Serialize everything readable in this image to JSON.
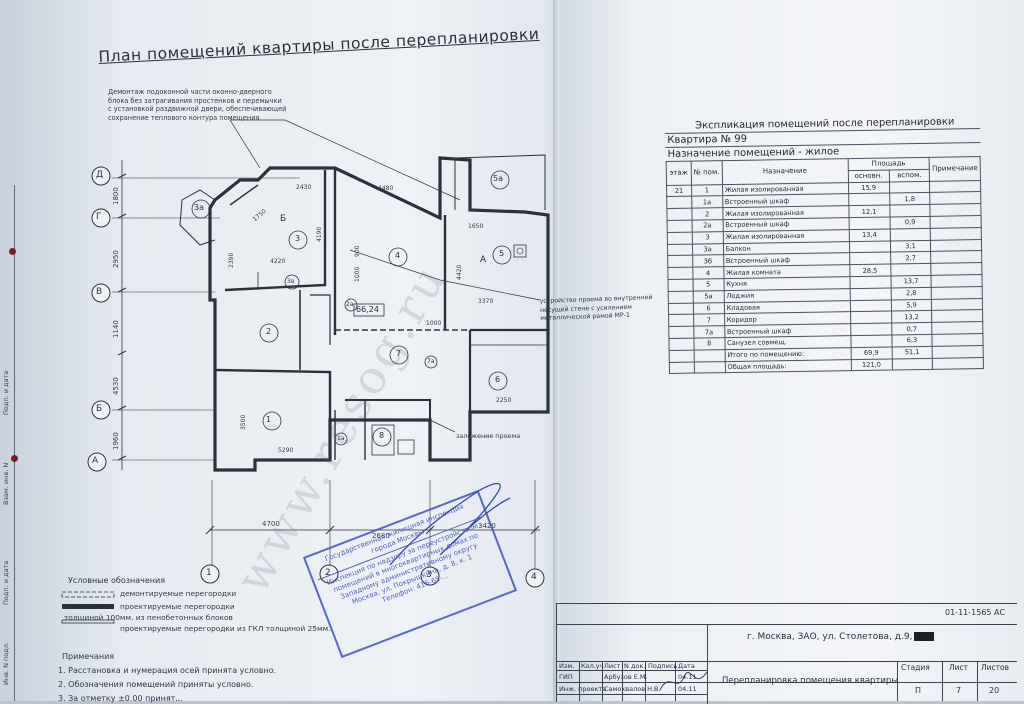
{
  "document": {
    "title": "План помещений квартиры после перепланировки",
    "callouts": {
      "top_line1": "Демонтаж подоконной части оконно-дверного",
      "top_line2": "блока без затрагивания простенков и перемычки",
      "top_line3": "с установкой раздвижной двери, обеспечивающей",
      "top_line4": "сохранение теплового контура помещения",
      "right_line1": "устройство проема во внутренней",
      "right_line2": "несущей стене с усилением",
      "right_line3": "металлической рамой МР-1",
      "bottom": "заложение проема"
    },
    "axes": {
      "rows": [
        "Д",
        "Г",
        "В",
        "Б",
        "А"
      ],
      "cols": [
        "1",
        "2",
        "3",
        "4"
      ]
    },
    "dimensions": {
      "left": [
        "1800",
        "2950",
        "1140",
        "4530",
        "1960"
      ],
      "bottom": [
        "4700",
        "3420",
        "2680"
      ],
      "inner": [
        "2430",
        "4480",
        "1750",
        "4190",
        "2390",
        "4220",
        "900",
        "1000",
        "1650",
        "4420",
        "3370",
        "1000",
        "3500",
        "5290",
        "2250"
      ]
    },
    "rooms": {
      "r1": "1",
      "r2": "2",
      "r3": "3",
      "r4": "4",
      "r5": "5",
      "r5a": "5а",
      "r3a": "3а",
      "r3b": "3в",
      "r2a": "2а",
      "r6": "6",
      "r7": "7",
      "r7a": "7а",
      "r1a": "1а",
      "r8": "8",
      "area": "66,24",
      "b": "Б",
      "a": "А"
    },
    "legend": {
      "heading": "Условные обозначения",
      "item1": "демонтируемые перегородки",
      "item2": "проектируемые перегородки",
      "item2b": "толщиной 100мм. из пенобетонных блоков",
      "item3": "проектируемые перегородки из ГКЛ толщиной 25мм."
    },
    "notes": {
      "heading": "Примечания",
      "n1": "1. Расстановка и нумерация осей принята условно.",
      "n2": "2. Обозначения помещений приняты условно.",
      "n3": "3. За отметку ±0.00 принят..."
    },
    "watermark": "www.resog.ru",
    "left_strip": [
      "Подп. и дата",
      "Взам. инв. N",
      "Подп. и дата",
      "Инв. N подл."
    ]
  },
  "explication": {
    "title": "Экспликация помещений после перепланировки",
    "apartment": "Квартира № 99",
    "purpose": "Назначение помещений - жилое",
    "headers": {
      "floor": "этаж",
      "no": "№ пом.",
      "name": "Назначение",
      "area": "Площадь",
      "main": "основн.",
      "aux": "вспом.",
      "note": "Примечание"
    },
    "rows": [
      {
        "floor": "21",
        "no": "1",
        "name": "Жилая изолированная",
        "main": "15,9",
        "aux": ""
      },
      {
        "floor": "",
        "no": "1а",
        "name": "Встроенный шкаф",
        "main": "",
        "aux": "1,8"
      },
      {
        "floor": "",
        "no": "2",
        "name": "Жилая изолированная",
        "main": "12,1",
        "aux": ""
      },
      {
        "floor": "",
        "no": "2а",
        "name": "Встроенный шкаф",
        "main": "",
        "aux": "0,9"
      },
      {
        "floor": "",
        "no": "3",
        "name": "Жилая изолированная",
        "main": "13,4",
        "aux": ""
      },
      {
        "floor": "",
        "no": "3а",
        "name": "Балкон",
        "main": "",
        "aux": "3,1"
      },
      {
        "floor": "",
        "no": "3б",
        "name": "Встроенный шкаф",
        "main": "",
        "aux": "2,7"
      },
      {
        "floor": "",
        "no": "4",
        "name": "Жилая комната",
        "main": "28,5",
        "aux": ""
      },
      {
        "floor": "",
        "no": "5",
        "name": "Кухня",
        "main": "",
        "aux": "13,7"
      },
      {
        "floor": "",
        "no": "5а",
        "name": "Лоджия",
        "main": "",
        "aux": "2,8"
      },
      {
        "floor": "",
        "no": "6",
        "name": "Кладовая",
        "main": "",
        "aux": "5,9"
      },
      {
        "floor": "",
        "no": "7",
        "name": "Коридор",
        "main": "",
        "aux": "13,2"
      },
      {
        "floor": "",
        "no": "7а",
        "name": "Встроенный шкаф",
        "main": "",
        "aux": "0,7"
      },
      {
        "floor": "",
        "no": "8",
        "name": "Санузел совмещ.",
        "main": "",
        "aux": "6,3"
      },
      {
        "floor": "",
        "no": "",
        "name": "Итого по помещению:",
        "main": "69,9",
        "aux": "51,1"
      },
      {
        "floor": "",
        "no": "",
        "name": "Общая площадь:",
        "main": "121,0",
        "aux": ""
      }
    ]
  },
  "stamp": {
    "line1": "Государственная жилищная инспекция",
    "line2": "города Москвы",
    "line3": "Инспекция по надзору за переустройством",
    "line4": "помещений в многоквартирных домах по",
    "line5": "Западному административному округу",
    "line6": "Москва, ул. Покрышкина, д. 8, к. 1",
    "line7": "Телефон: 416-65-..."
  },
  "title_block": {
    "code": "01-11-1565 АС",
    "address": "г. Москва, ЗАО, ул. Столетова, д.9,",
    "sheet_title": "Перепланировка помещения квартиры",
    "h_izm": "Изм.",
    "h_kuch": "Кол.уч",
    "h_list": "Лист",
    "h_ndok": "N док.",
    "h_podp": "Подпись",
    "h_data": "Дата",
    "gip": "ГИП",
    "gip_name": "Арбузов Е.М.",
    "gip_date": "04.11",
    "ink": "Инж. проекта",
    "ink_name": "Самохвалов Н.В.",
    "ink_date": "04.11",
    "stage_h": "Стадия",
    "list_h": "Лист",
    "lists_h": "Листов",
    "stage": "П",
    "list": "7",
    "lists": "20"
  },
  "colors": {
    "stamp_blue": "#3547bd",
    "line_dark": "#2b313c",
    "paper": "#eef1f5"
  }
}
